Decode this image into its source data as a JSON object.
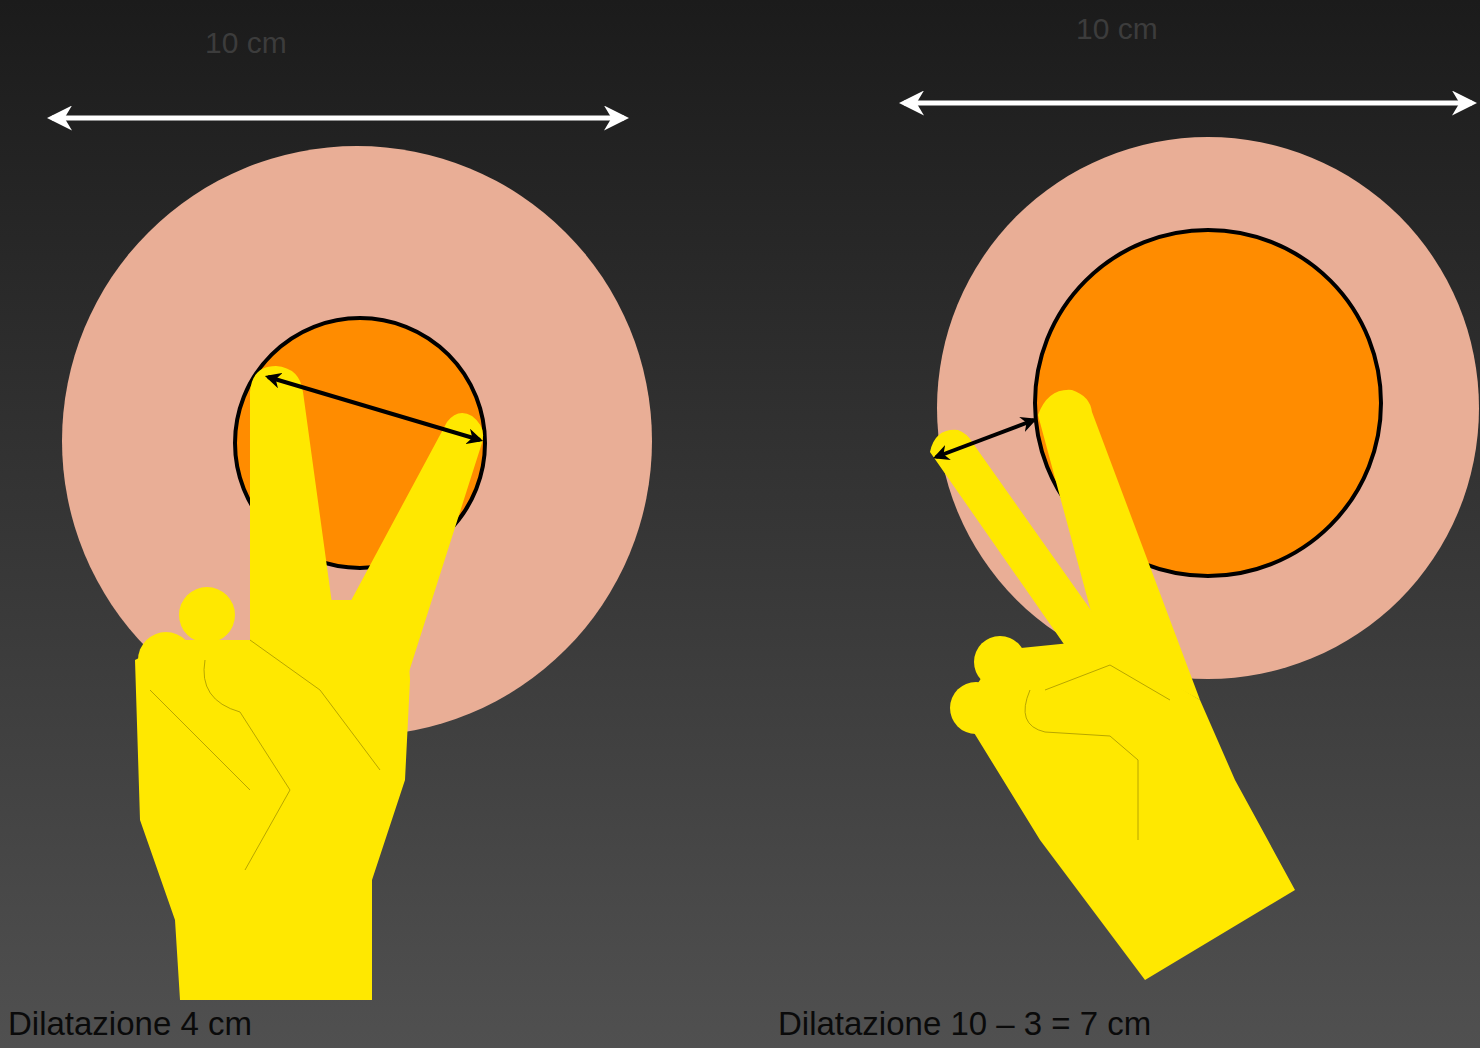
{
  "diagram": {
    "labels": [
      "10 cm",
      "10 cm",
      "Dilatazione 4 cm",
      "Dilatazione 10 – 3 = 7 cm"
    ]
  }
}
